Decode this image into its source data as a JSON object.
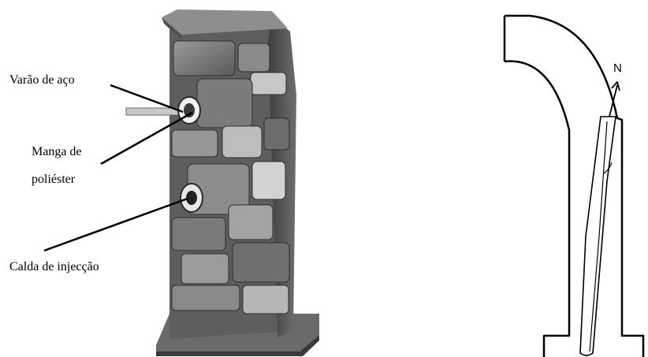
{
  "left_figure": {
    "labels": {
      "steel_rod": "Varão de aço",
      "sleeve_line1": "Manga de",
      "sleeve_line2": "poliéster",
      "grout": "Calda de injecção"
    }
  },
  "right_figure": {
    "force_label": "N"
  },
  "colors": {
    "stone_dark": "#4a4a4a",
    "stone_mid": "#7a7a7a",
    "stone_light": "#b5b5b5",
    "line": "#000000"
  }
}
